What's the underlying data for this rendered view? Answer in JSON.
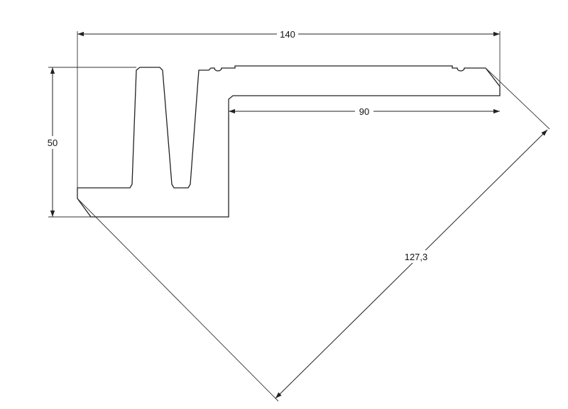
{
  "drawing": {
    "dimensions": {
      "overall_width": "140",
      "top_flange_width": "90",
      "height": "50",
      "diagonal": "127,3"
    },
    "colors": {
      "line": "#222222",
      "background": "#ffffff"
    }
  }
}
